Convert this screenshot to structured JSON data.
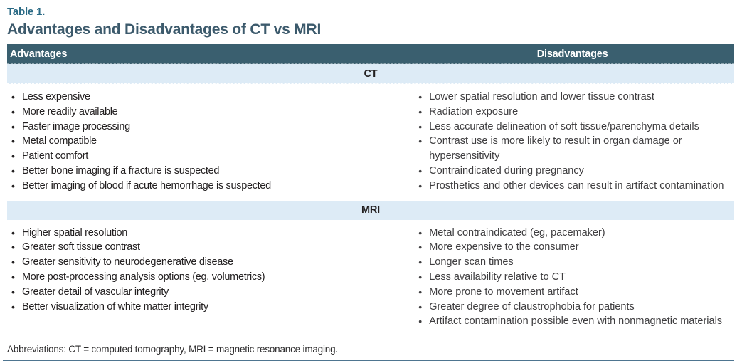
{
  "doc": {
    "table_label": "Table 1.",
    "title": "Advantages and Disadvantages of CT vs MRI",
    "footnote": "Abbreviations: CT = computed tomography, MRI = magnetic resonance imaging."
  },
  "table": {
    "columns": [
      "Advantages",
      "Disadvantages"
    ],
    "sections": [
      {
        "name": "CT",
        "advantages": [
          "Less expensive",
          "More readily available",
          "Faster image processing",
          "Metal compatible",
          "Patient comfort",
          "Better bone imaging if a fracture is suspected",
          "Better imaging of blood if acute hemorrhage is suspected"
        ],
        "disadvantages": [
          "Lower spatial resolution and lower tissue contrast",
          "Radiation exposure",
          "Less accurate delineation of soft tissue/parenchyma details",
          "Contrast use is more likely to result in organ damage or hypersensitivity",
          "Contraindicated during pregnancy",
          "Prosthetics and other devices can result in artifact contamination"
        ]
      },
      {
        "name": "MRI",
        "advantages": [
          "Higher spatial resolution",
          "Greater soft tissue contrast",
          "Greater sensitivity to neurodegenerative disease",
          "More post-processing analysis options (eg, volumetrics)",
          "Greater detail of vascular integrity",
          "Better visualization of white matter integrity"
        ],
        "disadvantages": [
          "Metal contraindicated (eg, pacemaker)",
          "More expensive to the consumer",
          "Longer scan times",
          "Less availability relative to CT",
          "More prone to movement artifact",
          "Greater degree of claustrophobia for patients",
          "Artifact contamination possible even with nonmagnetic materials"
        ]
      }
    ]
  },
  "colors": {
    "header_bar": "#3A5F6F",
    "section_band": "#DDEBF6",
    "table_label": "#2A6A85",
    "title": "#3C5A6C",
    "rule": "#4E7590"
  }
}
